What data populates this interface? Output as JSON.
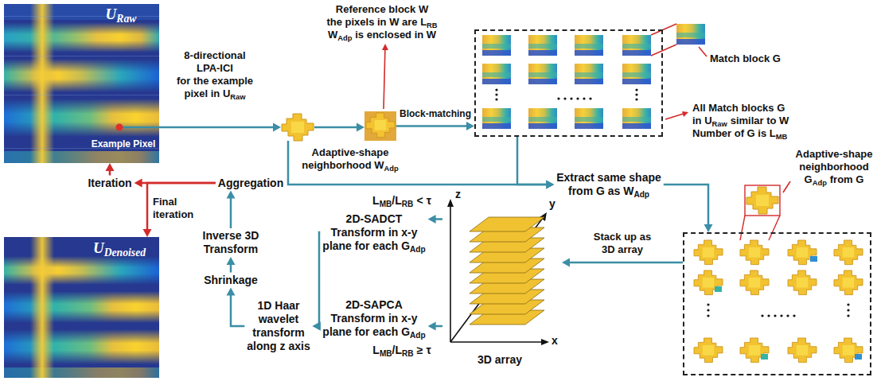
{
  "diagram": {
    "nodes": [
      {
        "text": [
          "U",
          "Raw"
        ]
      },
      {
        "text": [
          "Adaptive-shape",
          "neighborhood W",
          "Adp"
        ]
      },
      {
        "text": [
          "Reference block W",
          "the pixels in W are L",
          "RB",
          "W",
          "Adp",
          "is enclosed in W"
        ]
      },
      {
        "text": [
          "All Match blocks G",
          "in U",
          "Raw",
          "similar to W",
          "Number of G is L",
          "MB"
        ]
      },
      {
        "text": [
          "Extract same shape",
          "from G as W",
          "Adp"
        ]
      },
      {
        "text": [
          "Adaptive-shape",
          "neighborhood",
          "G",
          "Adp",
          "from G"
        ]
      },
      {
        "text": [
          "3D array"
        ]
      },
      {
        "text": [
          "2D-SADCT",
          "Transform in x-y",
          "plane for each G",
          "Adp"
        ]
      },
      {
        "text": [
          "2D-SAPCA",
          "Transform in x-y",
          "plane for each G",
          "Adp"
        ]
      },
      {
        "text": [
          "1D Haar",
          "wavelet",
          "transform",
          "along z axis"
        ]
      },
      {
        "text": [
          "Shrinkage"
        ]
      },
      {
        "text": [
          "Inverse 3D",
          "Transform"
        ]
      },
      {
        "text": [
          "Aggregation"
        ]
      },
      {
        "text": [
          "Iteration"
        ]
      },
      {
        "text": [
          "U",
          "Denoised"
        ]
      }
    ],
    "edges": [
      {
        "from": 0,
        "to": 1,
        "arrow": "to"
      },
      {
        "from": 1,
        "to": 2,
        "arrow": "to"
      },
      {
        "from": 2,
        "to": 3,
        "label": "Block-matching",
        "arrow": "to"
      },
      {
        "from": 3,
        "to": 4,
        "arrow": "to"
      },
      {
        "from": 1,
        "to": 4,
        "arrow": "to"
      },
      {
        "from": 4,
        "to": 5,
        "arrow": "to"
      },
      {
        "from": 5,
        "to": 6,
        "label": "Stack up as 3D array",
        "arrow": "to"
      },
      {
        "from": 6,
        "to": 7,
        "arrow": "to"
      },
      {
        "from": 6,
        "to": 8,
        "arrow": "to"
      },
      {
        "from": 7,
        "to": 9,
        "arrow": "to"
      },
      {
        "from": 8,
        "to": 9,
        "arrow": "to"
      },
      {
        "from": 9,
        "to": 10,
        "arrow": "to"
      },
      {
        "from": 10,
        "to": 11,
        "arrow": "to"
      },
      {
        "from": 11,
        "to": 12,
        "arrow": "to"
      },
      {
        "from": 12,
        "to": 13,
        "arrow": "to"
      },
      {
        "from": 13,
        "to": 0,
        "arrow": "to"
      },
      {
        "from": 12,
        "to": 14,
        "label": "Final iteration",
        "arrow": "to"
      }
    ],
    "labels": [
      "Example Pixel",
      "8-directional",
      "LPA-ICI",
      "for the example",
      "pixel in U",
      "Raw",
      "Match block G",
      "z",
      "y",
      "x",
      "L",
      "MB",
      "/L",
      "RB",
      "< τ",
      "L",
      "MB",
      "/L",
      "RB",
      "≥ τ"
    ]
  }
}
